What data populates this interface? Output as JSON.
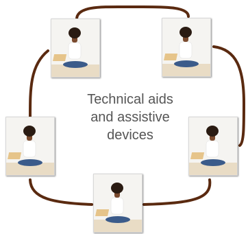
{
  "center": {
    "lines": [
      "Technical aids",
      "and assistive",
      "devices"
    ]
  },
  "nodes": [
    {
      "id": "top-left",
      "image": "woman-with-laptop-photo"
    },
    {
      "id": "top-right",
      "image": "woman-with-laptop-photo"
    },
    {
      "id": "left",
      "image": "woman-with-laptop-photo"
    },
    {
      "id": "right",
      "image": "woman-with-laptop-photo"
    },
    {
      "id": "bottom",
      "image": "woman-with-laptop-photo"
    }
  ],
  "colors": {
    "connector": "#5a2a10",
    "text": "#555555"
  }
}
